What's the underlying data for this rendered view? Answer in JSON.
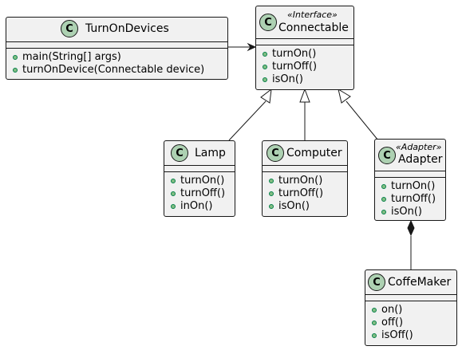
{
  "classes": {
    "turnondevices": {
      "icon": "C",
      "name": "TurnOnDevices",
      "stereotype": "",
      "methods": [
        "main(String[] args)",
        "turnOnDevice(Connectable device)"
      ]
    },
    "connectable": {
      "icon": "C",
      "name": "Connectable",
      "stereotype": "«Interface»",
      "methods": [
        "turnOn()",
        "turnOff()",
        "isOn()"
      ]
    },
    "lamp": {
      "icon": "C",
      "name": "Lamp",
      "stereotype": "",
      "methods": [
        "turnOn()",
        "turnOff()",
        "inOn()"
      ]
    },
    "computer": {
      "icon": "C",
      "name": "Computer",
      "stereotype": "",
      "methods": [
        "turnOn()",
        "turnOff()",
        "isOn()"
      ]
    },
    "adapter": {
      "icon": "C",
      "name": "Adapter",
      "stereotype": "«Adapter»",
      "methods": [
        "turnOn()",
        "turnOff()",
        "isOn()"
      ]
    },
    "coffemaker": {
      "icon": "C",
      "name": "CoffeMaker",
      "stereotype": "",
      "methods": [
        "on()",
        "off()",
        "isOff()"
      ]
    }
  },
  "relations": [
    {
      "from": "turnondevices",
      "to": "connectable",
      "kind": "association-arrow"
    },
    {
      "from": "lamp",
      "to": "connectable",
      "kind": "realization"
    },
    {
      "from": "computer",
      "to": "connectable",
      "kind": "realization"
    },
    {
      "from": "adapter",
      "to": "connectable",
      "kind": "realization"
    },
    {
      "from": "adapter",
      "to": "coffemaker",
      "kind": "composition"
    }
  ],
  "colors": {
    "class_fill": "#f1f1f1",
    "border": "#181818",
    "class_icon": "#add1b2",
    "method_dot": "#84be84"
  }
}
